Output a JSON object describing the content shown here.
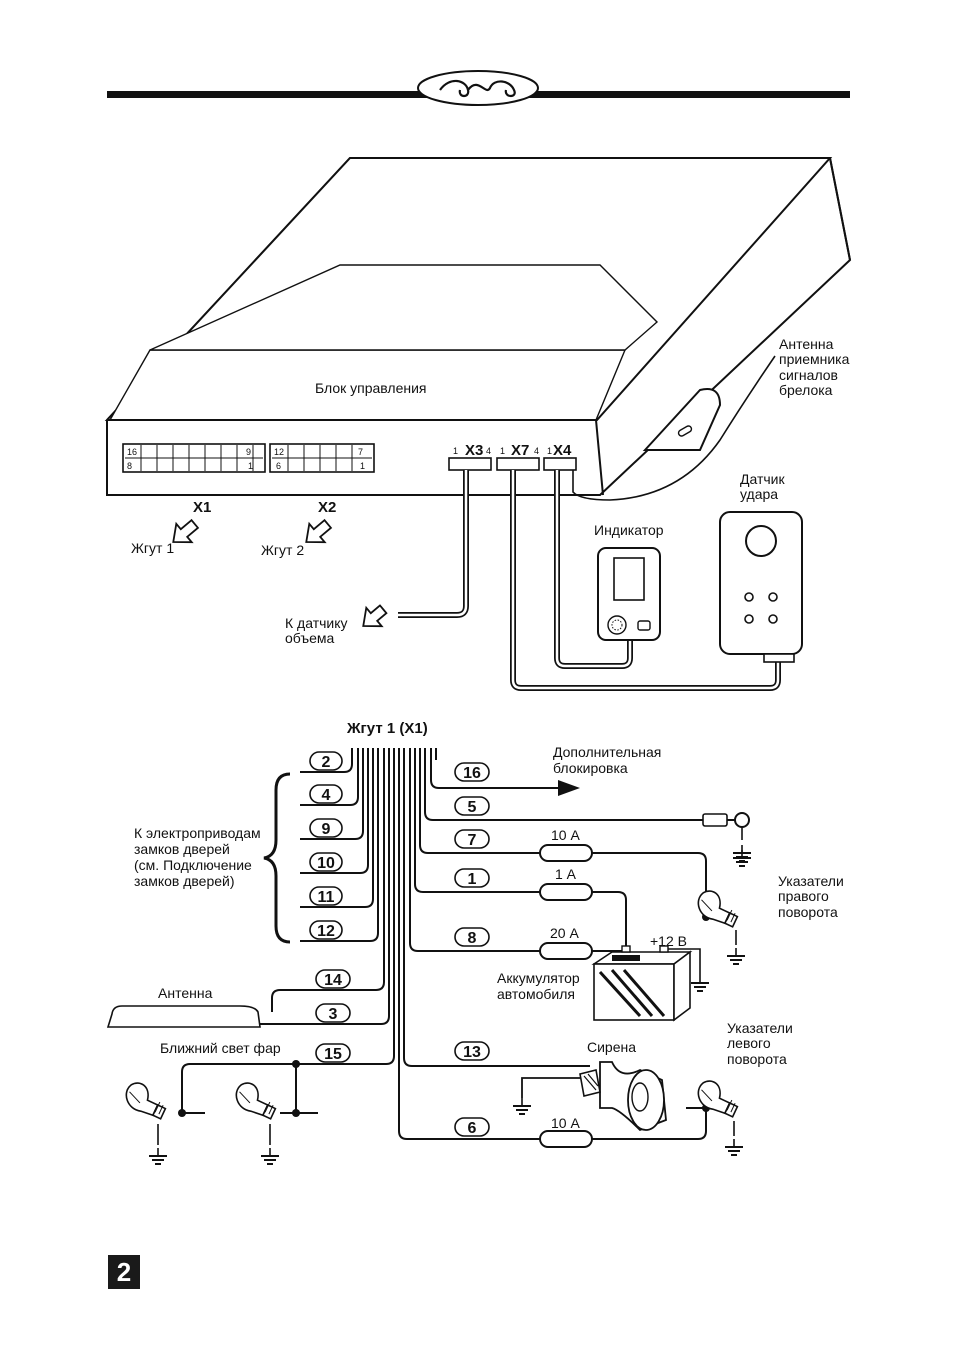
{
  "control_unit": {
    "title": "Блок управления",
    "connector_x1": "X1",
    "connector_x2": "X2",
    "connector_x3": "X3",
    "connector_x7": "X7",
    "connector_x4": "X4",
    "x1_pin_top_left": "16",
    "x1_pin_bottom_left": "8",
    "x1_pin_top_right": "9",
    "x1_pin_bottom_right": "1",
    "x2_pin_top_left": "12",
    "x2_pin_bottom_left": "6",
    "x2_pin_top_right": "7",
    "x2_pin_bottom_right": "1",
    "pin_1": "1",
    "pin_4": "4"
  },
  "harness_labels": {
    "harness1": "Жгут 1",
    "harness2": "Жгут 2",
    "volume_sensor": [
      "К датчику",
      "объема"
    ]
  },
  "peripherals": {
    "antenna_receiver": [
      "Антенна",
      "приемника",
      "сигналов",
      "брелока"
    ],
    "indicator": "Индикатор",
    "shock_sensor": [
      "Датчик",
      "удара"
    ]
  },
  "wiring": {
    "title": "Жгут 1 (X1)",
    "door_locks": [
      "К электроприводам",
      "замков дверей",
      "(см. Подключение",
      "замков дверей)"
    ],
    "left_wires": [
      "2",
      "4",
      "9",
      "10",
      "11",
      "12",
      "14",
      "3",
      "15"
    ],
    "right_wires": [
      "16",
      "5",
      "7",
      "1",
      "8",
      "13",
      "6"
    ],
    "extra_block": [
      "Дополнительная",
      "блокировка"
    ],
    "fuse_7": "10 А",
    "fuse_1": "1 А",
    "fuse_8": "20 А",
    "fuse_6": "10 А",
    "plus12": "+12 В",
    "battery": [
      "Аккумулятор",
      "автомобиля"
    ],
    "right_indicators": [
      "Указатели",
      "правого",
      "поворота"
    ],
    "left_indicators": [
      "Указатели",
      "левого",
      "поворота"
    ],
    "siren": "Сирена",
    "antenna": "Антенна",
    "low_beam": "Ближний свет фар"
  },
  "page_number": "2"
}
